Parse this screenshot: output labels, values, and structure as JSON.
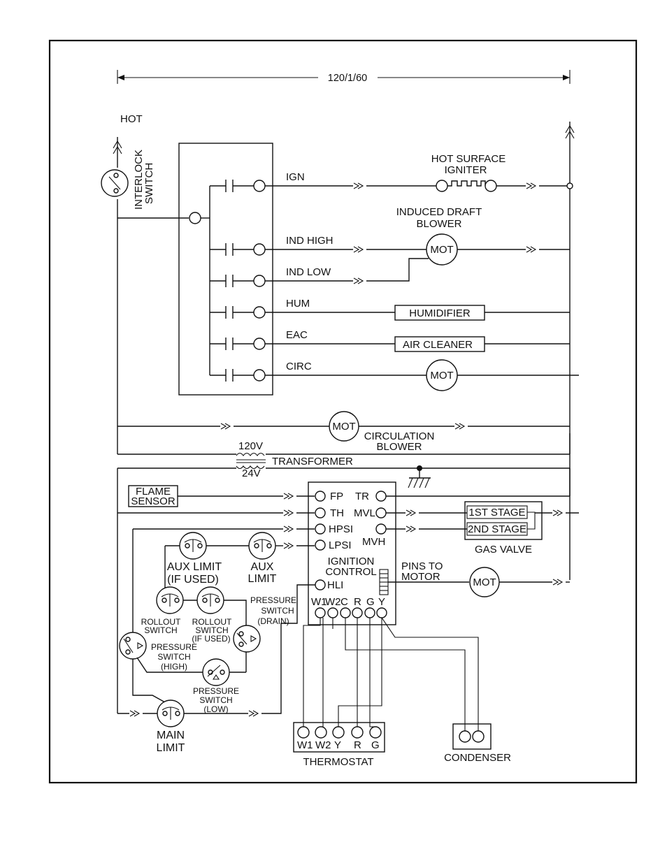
{
  "supply": {
    "voltage": "120/1/60",
    "hot": "HOT"
  },
  "interlock": {
    "label_line1": "INTERLOCK",
    "label_line2": "SWITCH"
  },
  "relays": {
    "ign": "IGN",
    "ind_high": "IND HIGH",
    "ind_low": "IND LOW",
    "hum": "HUM",
    "eac": "EAC",
    "circ": "CIRC"
  },
  "loads": {
    "igniter_line1": "HOT SURFACE",
    "igniter_line2": "IGNITER",
    "inducer_line1": "INDUCED DRAFT",
    "inducer_line2": "BLOWER",
    "humidifier": "HUMIDIFIER",
    "air_cleaner": "AIR CLEANER",
    "motor": "MOT",
    "circ_blower_line1": "CIRCULATION",
    "circ_blower_line2": "BLOWER"
  },
  "transformer": {
    "primary": "120V",
    "secondary": "24V",
    "label": "TRANSFORMER"
  },
  "flame_sensor": {
    "line1": "FLAME",
    "line2": "SENSOR"
  },
  "ignition_control": {
    "title_line1": "IGNITION",
    "title_line2": "CONTROL",
    "fp": "FP",
    "tr": "TR",
    "th": "TH",
    "mvl": "MVL",
    "hpsi": "HPSI",
    "mvh": "MVH",
    "lpsi": "LPSI",
    "hli": "HLI",
    "w1": "W1",
    "w2": "W2",
    "c": "C",
    "r": "R",
    "g": "G",
    "y": "Y",
    "pins_line1": "PINS TO",
    "pins_line2": "MOTOR"
  },
  "gas_valve": {
    "stage1": "1ST STAGE",
    "stage2": "2ND STAGE",
    "label": "GAS VALVE"
  },
  "switches": {
    "aux_limit_if_used_line1": "AUX LIMIT",
    "aux_limit_if_used_line2": "(IF USED)",
    "aux_limit_line1": "AUX",
    "aux_limit_line2": "LIMIT",
    "rollout_line1": "ROLLOUT",
    "rollout_line2": "SWITCH",
    "rollout_if_used_line1": "ROLLOUT",
    "rollout_if_used_line2": "SWITCH",
    "rollout_if_used_line3": "(IF USED)",
    "ps_drain_line1": "PRESSURE",
    "ps_drain_line2": "SWITCH",
    "ps_drain_line3": "(DRAIN)",
    "ps_high_line1": "PRESSURE",
    "ps_high_line2": "SWITCH",
    "ps_high_line3": "(HIGH)",
    "ps_low_line1": "PRESSURE",
    "ps_low_line2": "SWITCH",
    "ps_low_line3": "(LOW)",
    "main_limit_line1": "MAIN",
    "main_limit_line2": "LIMIT"
  },
  "thermostat": {
    "label": "THERMOSTAT",
    "w1": "W1",
    "w2": "W2",
    "y": "Y",
    "r": "R",
    "g": "G"
  },
  "condenser": {
    "label": "CONDENSER"
  }
}
